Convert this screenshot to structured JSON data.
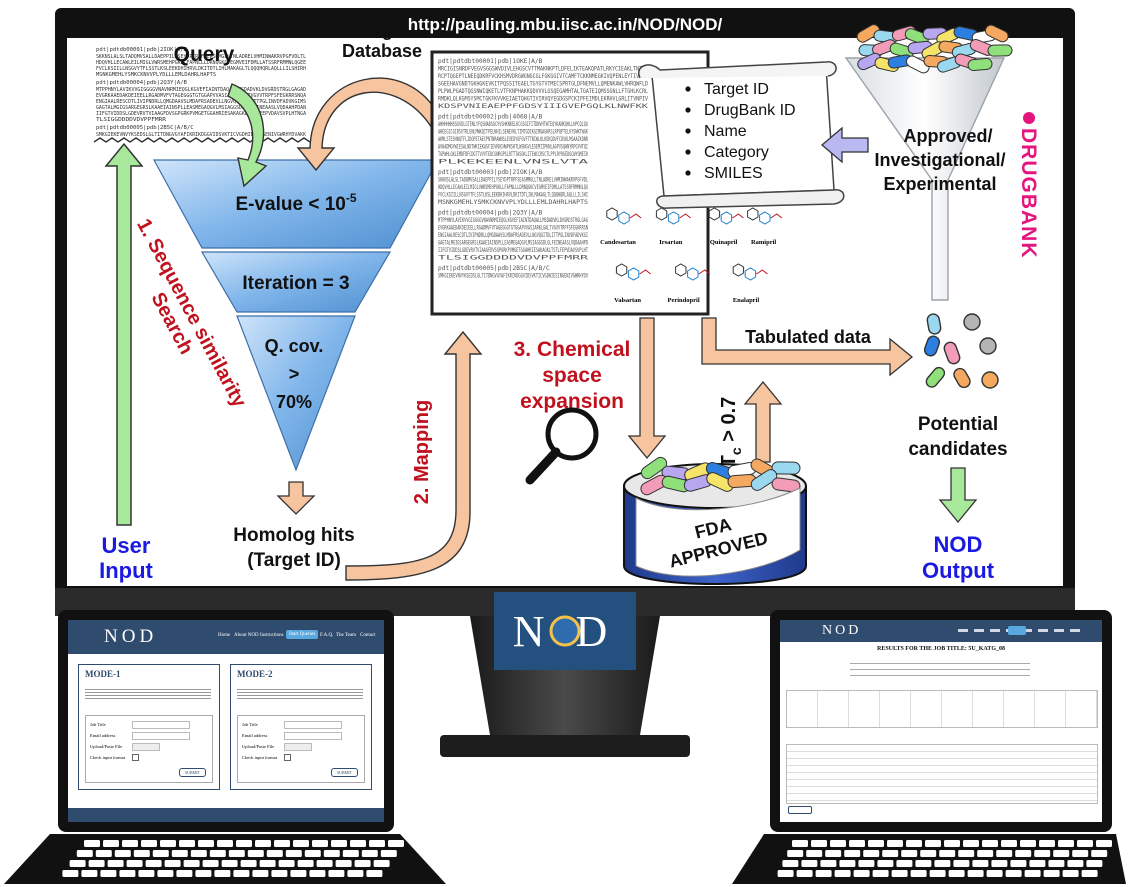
{
  "url": "http://pauling.mbu.iisc.ac.in/NOD/NOD/",
  "labels": {
    "query": "Query",
    "target_database": [
      "Target",
      "Database"
    ],
    "evalue_prefix": "E-value < 10",
    "evalue_exp": "-5",
    "iteration": "Iteration = 3",
    "qcov": [
      "Q. cov.",
      ">",
      "70%"
    ],
    "step1": [
      "1. Sequence similarity",
      "Search"
    ],
    "step2": "2. Mapping",
    "step3": [
      "3. Chemical",
      "space",
      "expansion"
    ],
    "homolog": [
      "Homolog hits",
      "(Target ID)"
    ],
    "user_input": [
      "User",
      "Input"
    ],
    "tabulated": "Tabulated data",
    "tc_prefix": "T",
    "tc_sub": "c",
    "tc_suffix": " > 0.7",
    "fda": [
      "FDA",
      "APPROVED"
    ],
    "approved": [
      "Approved/",
      "Investigational/",
      "Experimental"
    ],
    "drugbank": "DRUGBANK",
    "potential": [
      "Potential",
      "candidates"
    ],
    "nod_output": [
      "NOD",
      "Output"
    ],
    "monitor_logo": "NOD"
  },
  "scroll_items": [
    "Target ID",
    "DrugBank ID",
    "Name",
    "Category",
    "SMILES"
  ],
  "molecules": [
    "Candesartan",
    "Irsartan",
    "Quinapril",
    "Ramipril",
    "Valsartan",
    "Perindopril",
    "Enalapril"
  ],
  "query_text": {
    "head1": "pdt|pdtdb00001|pdb|2IOK|A/B",
    "seq1": [
      "SKKNSLALSLTADQMVSALLDAEPPILYSEYDPTRPFSEASMMGLLTNLADRELVHMINWAKRVPGFVDLTL",
      "HDQVHLLECAWLEILMIGLVWRSMEHPGKLLFAPNLLLDRNQGKCVEGMVEIFDMLLATSSRFRMMNLQGEE",
      "FVCLKSIILLNSGVYTFLSSTLKSLEEKDHIHRVLDKITDTLIHLMAKAGLTLQQQHQRLAQLLLILSHIRH",
      "MSNKGMEHLYSMKCKNVVPLYDLLLEMLDAHRLHAPTS"
    ],
    "head2": "pdt|pdtdb00004|pdb|2Q3Y|A/B",
    "seq2": [
      "MTPPHNYLAVIKVVGIGGGGVNAVNRMIEQGLKGVEFIAINTDAQALLMSDADVKLDVGRDSTRGLGAGAD",
      "EVGRKAAEDAKDEIEELLRGADMVFVTAGEGGGTGTGGAPVVASIARKLGALTVGVVTRPFSFEGKRRSNQA",
      "ENGIAALRESCDTLIVIPNDRLLQMGDAAVSLMDAFRSADEVLLNGVQGITDLITTPGLINVDFADVKGIMS",
      "GAGTALMGIGSARGEGRSLKAAEIAINSPLLEASMEGAQGVLMSIAGGSDLGLFEINEAASLVQDAAHPDAN",
      "IIFGTVIDDSLGDEVRVTVIAAGFDVSGPGRKPVMGETGGAHRIESAKAGKLTSTLFEPVDAVSVPLHTNGA",
      "TLSIGGDDDDVDVPPFMRR"
    ],
    "head3": "pdt|pdtdb00005|pdb|2B5C|A/B/C",
    "seq3": [
      "SMKGIEKEVNVYKSEDSLGLTITDNGVGYAFIKRIKDGGVIDSVKTICVGDHIESINGENIVGWRHYDVAKK"
    ]
  },
  "db_text": [
    {
      "head": "pdt|pdtdbt00001|pdb|1OKE|A/B",
      "seq": [
        "MRCIGISNRDFVEGVSGGSWVDIVLEHGSCVTTMAKNKPTLDFELIKTEAKQPATLRKYCIEAKLTNTTT",
        "RCPTQGEPTLNEEQDKRFVCKHSMVDRGWGNGCGLFGKGGIVTCAMFTCKKNMEGKIVQPENLEYTIVITP",
        "SGEEHAVGNDTGKHGKEVKITPQSSITEAELTGYGTVTMECSPRTGLDFNEMVLLQMENKAWLVHRQWFLD",
        "PLPWLPGADTQGSNWIQKETLVTFKNPHAKKQDVVVLGSQEGAMHTALTGATEIQMSSGNLLFTGHLKCRL",
        "RMDKLQLKGMSYSMCTGKFKVVKEIAETQHGTIVIRVQYEGDGSPCKIPFEIMDLEKRHVLGRLITVNPIV",
        "KDSPVNIEAEPPFGDSYIIIGVEPGQLKLNWFKK"
      ]
    },
    {
      "head": "pdt|pdtdbt00002|pdb|4068|A/B",
      "seq": [
        "AHHHHHHSSGVDLGTENLYFQSNADSGCVVSHKNKELKCGSGIFITDNVHTWTEQYKANKQHLLHPCQLQG",
        "AHEEGICGIRSVTRLENLMWKQITPELNHILSENEVKLTIMTGDIKGIMQAGKRSLRPQPTELKYSWKTWGK",
        "AKMLSTESHNQTFLIDGPETAECPNTNRAWNSLEVEDYGFGVFTTNIWLKLKEKQDVFCDSKLMSAAIKDNR",
        "AVHADMGYWIESALNDTWKIEKASFIEVKNCHWPKSHTLWSNGVLESEMIIPKNLAGPVSQHNYRPGYHTQI",
        "TGPWHLGKLEMDFDFCDGTTVVVTEDCGNRGPSLRTTTASGKLITEWCCRSCTLPPLRYRGEDGCWYGMEIR",
        "PLKEKEENLVNSLVTA"
      ]
    },
    {
      "head": "pdt|pdtdbt00003|pdb|2IOK|A/B",
      "seq": [
        "SKKNSLALSLTADQMVSALLDAEPPILYSEYDPTRPFSEASMMGLLTNLADRELVHMINWAKRVPGFVDL",
        "HDQVHLLECAWLEILMIGLVWRSMEHPGKLLFAPNLLLDRNQGKCVEGMVEIFDMLLATSSRFRMMNLQG",
        "FVCLKSIILLNSGVYTFLSSTLKSLEEKDHIHRVLDKITDTLIHLMAKAGLTLQQQHQRLAQLLLILSHI",
        "MSNKGMEHLYSMKCKNVVPLYDLLLEMLDAHRLHAPTS"
      ]
    },
    {
      "head": "pdt|pdtdbt00004|pdb|2Q3Y|A/B",
      "seq": [
        "MTPPHNYLAVIKVVGIGGGGVNAVNRMIEQGLKGVEFIAINTDAQALLMSDADVKLDVGRDSTRGLGAG",
        "EVGRKAAEDAKDEIEELLRGADMVFVTAGEGGGTGTGGAPVVASIARKLGALTVGVVTRPFSFEGKRRSN",
        "ENGIAALRESCDTLIVIPNDRLLQMGDAAVSLMDAFRSADEVLLNGVQGITDLITTPGLINVDFADVKGI",
        "GAGTALMGIGSARGEGRSLKAAEIAINSPLLEASMEGAQGVLMSIAGGSDLGLFEINEAASLVQDAAHPD",
        "IIFGTVIDDSLGDEVRVTVIAAGFDVSGPGRKPVMGETGGAHRIESAKAGKLTSTLFEPVDAVSVPLHT",
        "TLSIGGDDDDVDVPPFMRR"
      ]
    },
    {
      "head": "pdt|pdtdbt00005|pdb|2B5C|A/B/C",
      "seq": [
        "SMKGIEKEVNVYKSEDSLGLTITDNGVGYAFIKRIKDGGVIDSVKTICVGDHIESINGENIVGWRHYDV"
      ]
    }
  ],
  "laptop_left": {
    "logo": "NOD",
    "nav": [
      "Home",
      "About NOD",
      "Instructions",
      "Start Queries",
      "F.A.Q.",
      "The Team",
      "Contact"
    ],
    "mode1_title": "MODE-1",
    "mode2_title": "MODE-2",
    "fields": [
      "Job Title",
      "Email address",
      "Upload/Paste File",
      "Check input format"
    ],
    "submit": "SUBMIT"
  },
  "laptop_right": {
    "logo": "NOD",
    "title": "RESULTS FOR THE JOB TITLE: 5U_KATG_08"
  },
  "colors": {
    "arrow_green": "#a8e89a",
    "arrow_orange": "#f6c49f",
    "red_text": "#c0121e",
    "blue_text": "#1a1ae0",
    "drugbank": "#e4167e",
    "funnel_blue": "#7eb4e8",
    "nav_blue": "#2f4b6e"
  }
}
